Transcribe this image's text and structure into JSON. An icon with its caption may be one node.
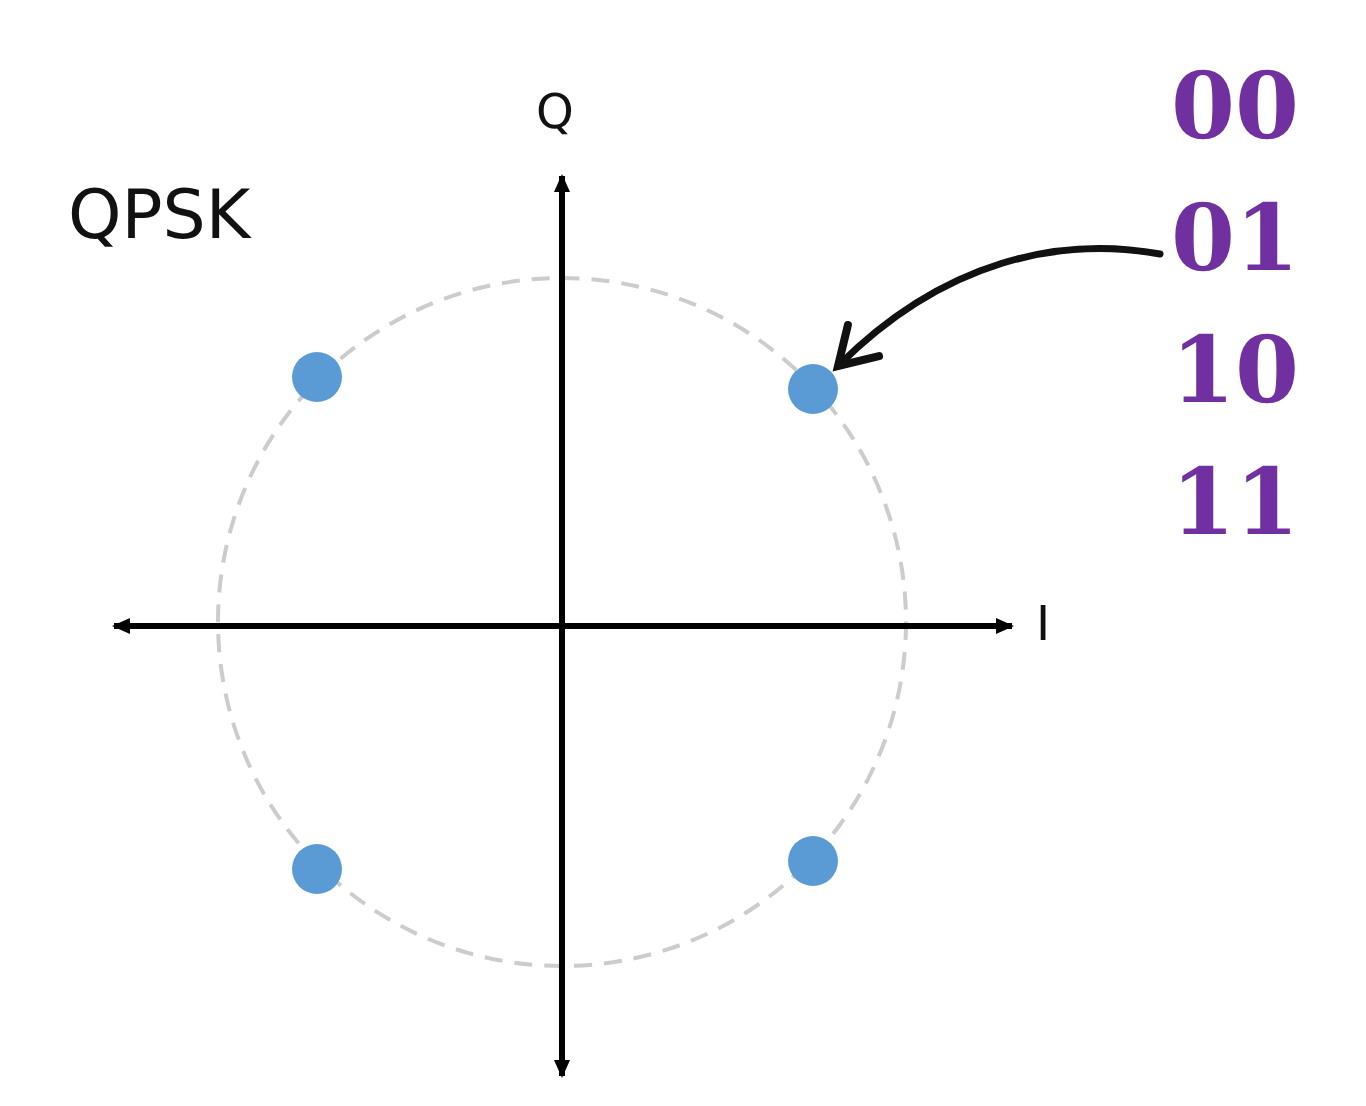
{
  "diagram": {
    "nodes": [
      {
        "text": [
          "00",
          "01",
          "10",
          "11"
        ]
      },
      {
        "text": [],
        "shape": "circle"
      },
      {
        "text": [],
        "shape": "circle"
      },
      {
        "text": [],
        "shape": "circle"
      },
      {
        "text": [],
        "shape": "circle"
      }
    ],
    "edges": [
      {
        "from": 0,
        "to": 2,
        "arrow": "to"
      }
    ],
    "labels": [
      "Q",
      "QPSK",
      "I"
    ]
  }
}
